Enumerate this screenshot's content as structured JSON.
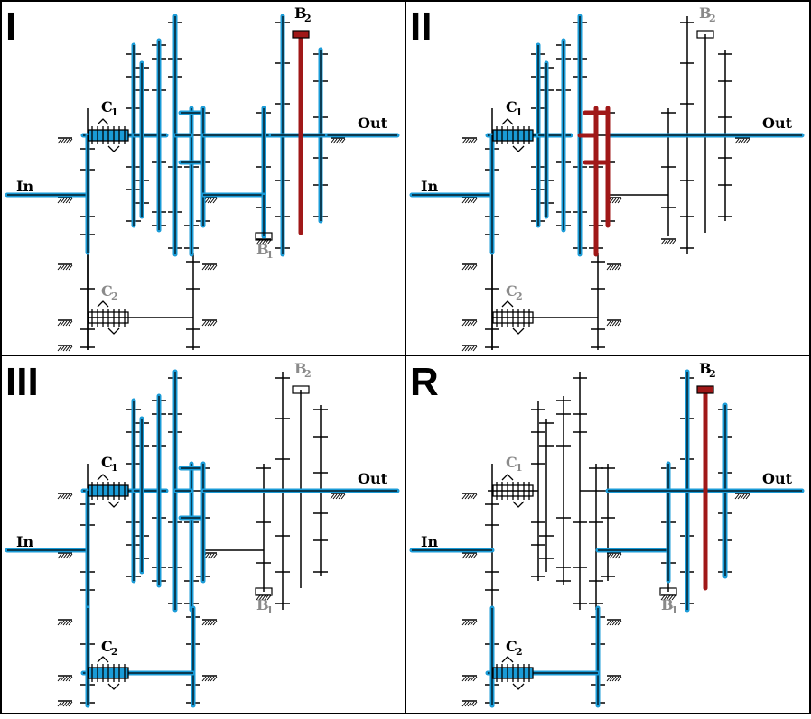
{
  "colors": {
    "active": "#1a9bd7",
    "brake_active": "#a01818",
    "line": "#000000",
    "inactive_label": "#8a8a8a",
    "background": "#ffffff"
  },
  "labels": {
    "input": "In",
    "output": "Out",
    "clutch_letter": "C",
    "brake_letter": "B"
  },
  "panels": [
    {
      "gear": "I",
      "active": [
        "in",
        "c1",
        "c1hub",
        "ring1",
        "planet1",
        "planetLow1",
        "sun1",
        "ring2",
        "planet2",
        "sun2",
        "out",
        "carrierLink",
        "ring3",
        "planet3",
        "sun3",
        "b1shaft"
      ],
      "red": [
        "b2"
      ],
      "labels": {
        "c1": "active",
        "c2": "inactive",
        "b1": "inactive",
        "b2": "active"
      }
    },
    {
      "gear": "II",
      "active": [
        "in",
        "c1",
        "c1hub",
        "ring1",
        "planet1",
        "planetLow1",
        "sun1",
        "out"
      ],
      "red": [
        "ring2",
        "planet2",
        "sun2",
        "b1arm",
        "b1shaftRed"
      ],
      "labels": {
        "c1": "active",
        "c2": "inactive",
        "b1": "active",
        "b2": "inactive"
      }
    },
    {
      "gear": "III",
      "active": [
        "in",
        "c1",
        "c1hub",
        "c2",
        "c2hub",
        "ring1",
        "planet1",
        "planetLow1",
        "sun1",
        "ring2",
        "planet2",
        "sun2",
        "out",
        "lowerLeft",
        "lowerRight",
        "lowerShaft"
      ],
      "red": [],
      "labels": {
        "c1": "active",
        "c2": "active",
        "b1": "inactive",
        "b2": "inactive"
      }
    },
    {
      "gear": "R",
      "active": [
        "in",
        "c2",
        "c2hub",
        "lowerLeft",
        "lowerRight",
        "lowerShaft",
        "midShaftR",
        "ring3",
        "planet3",
        "sun3",
        "out"
      ],
      "red": [
        "b2"
      ],
      "labels": {
        "c1": "inactive",
        "c2": "active",
        "b1": "inactive",
        "b2": "active"
      }
    }
  ]
}
